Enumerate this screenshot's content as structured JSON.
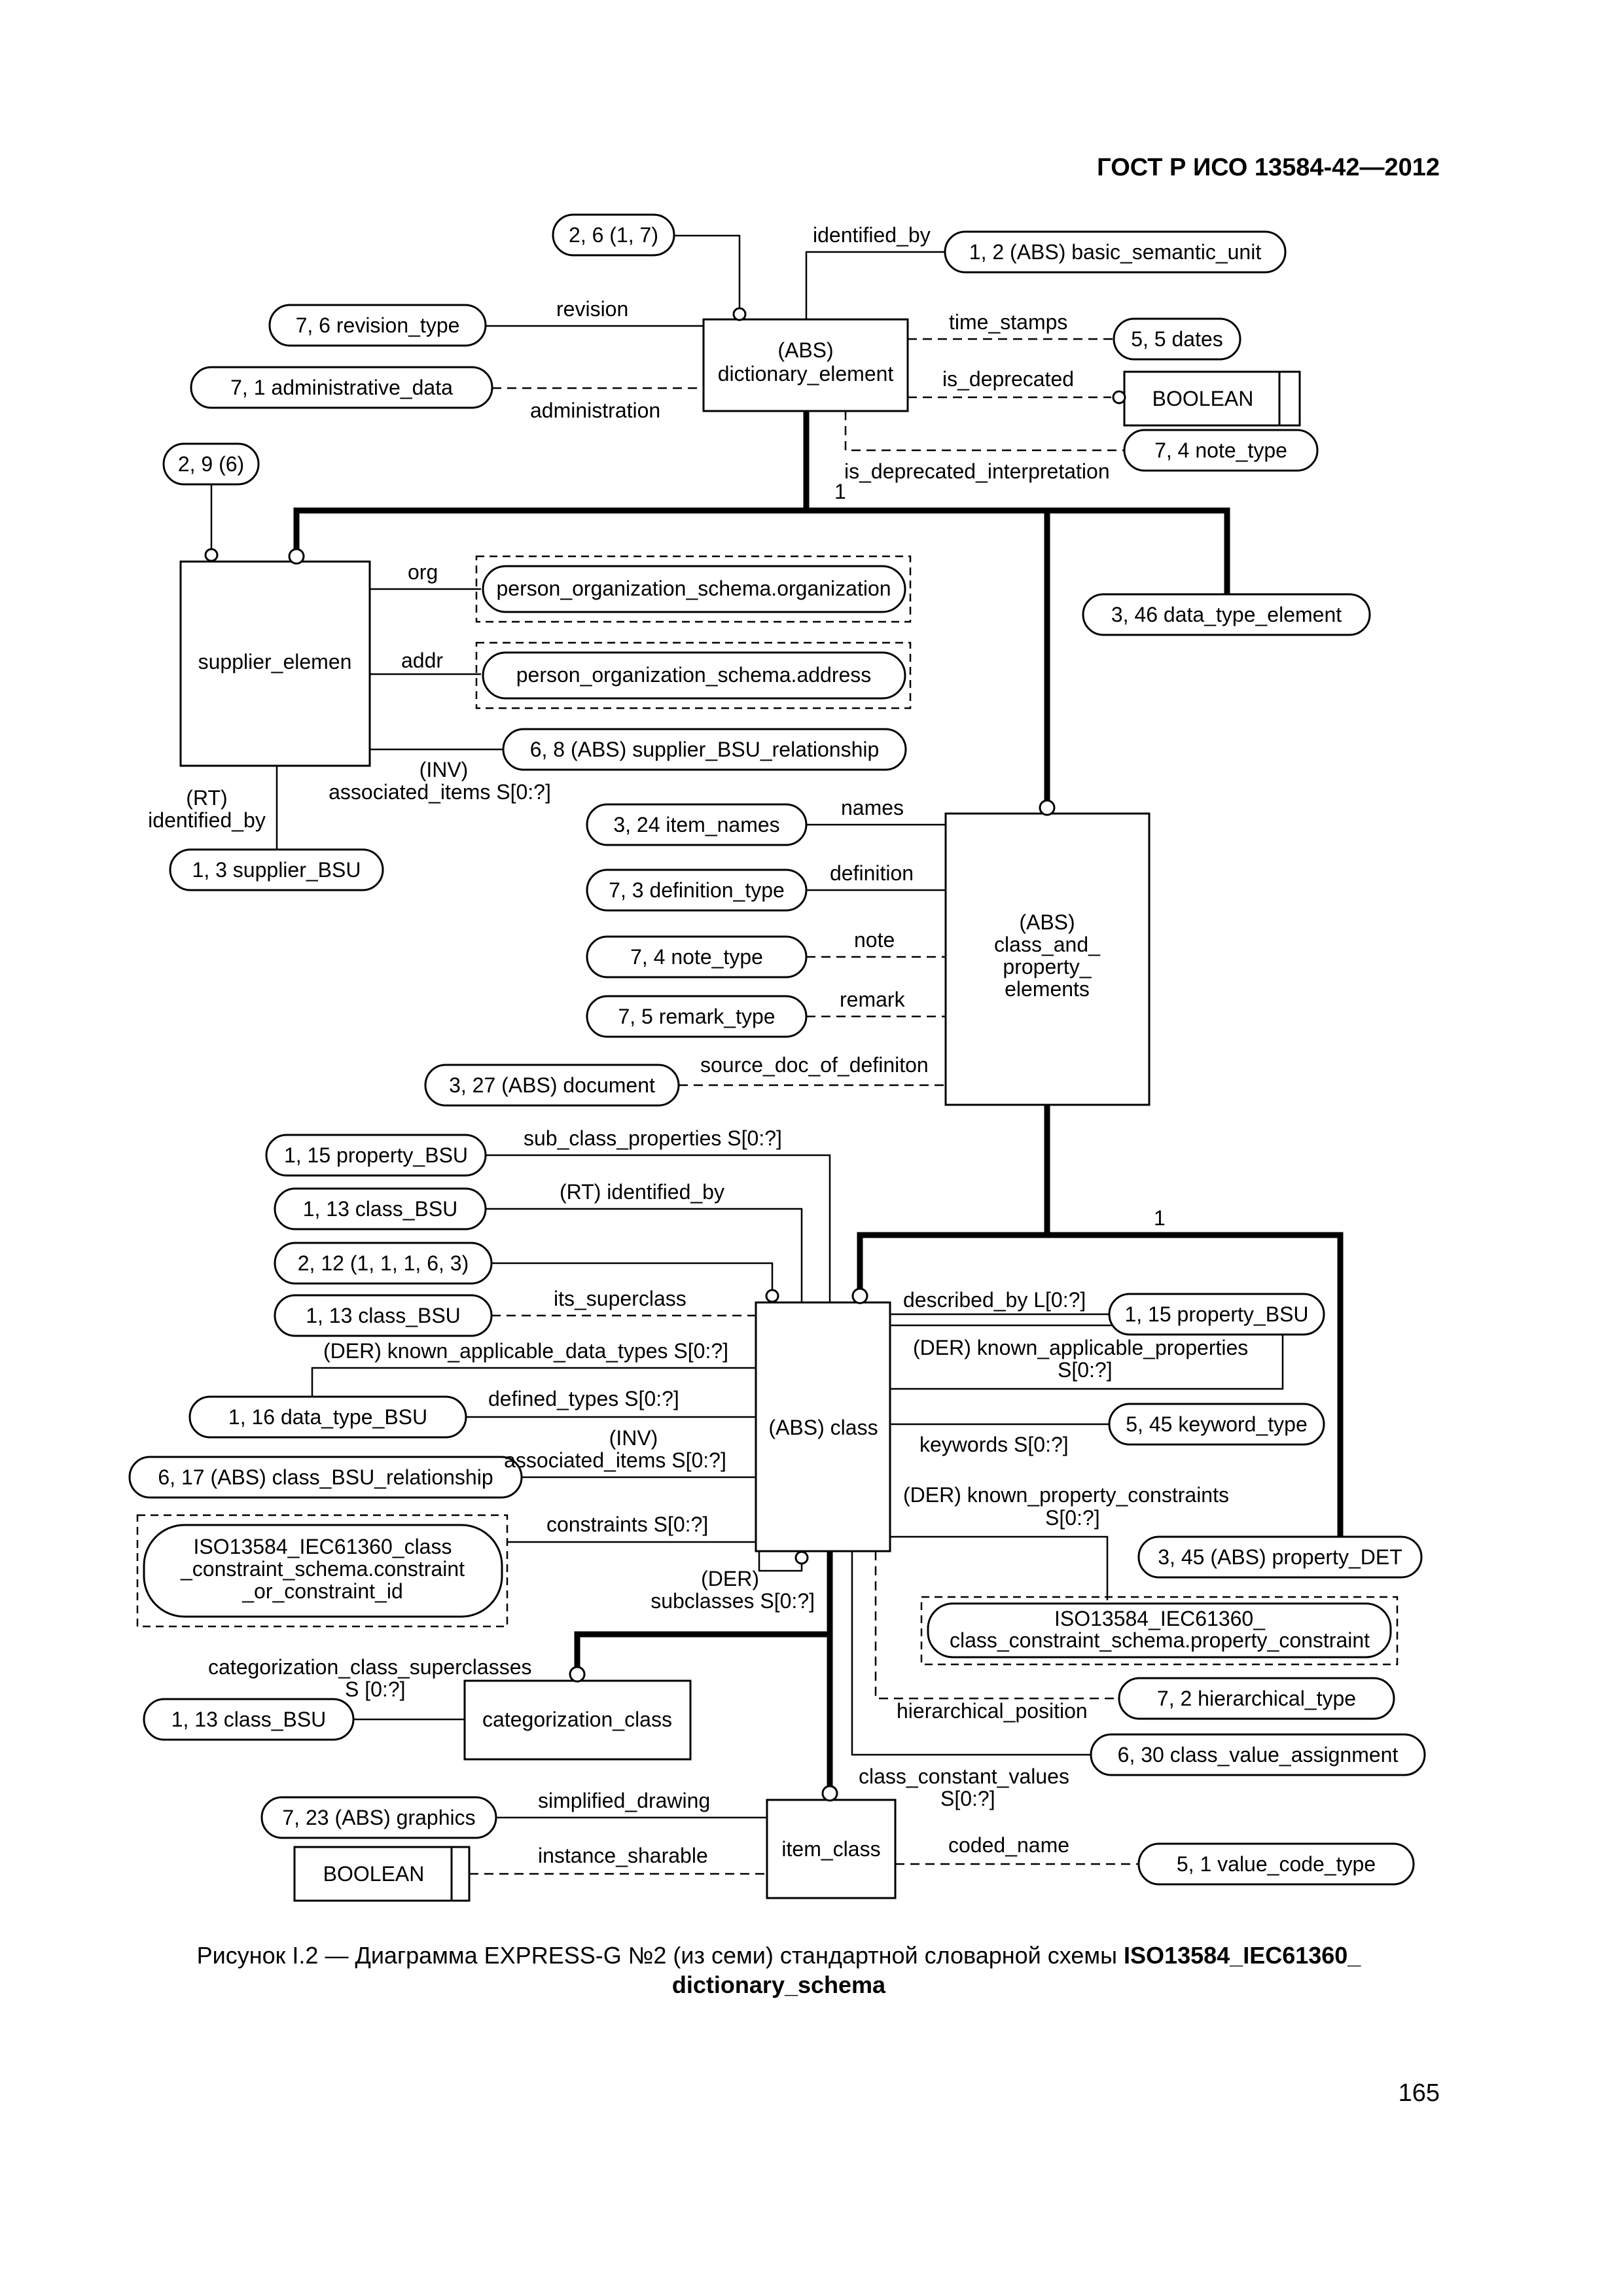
{
  "header": {
    "standard": "ГОСТ Р ИСО 13584-42—2012"
  },
  "entities": {
    "dictionary_element": [
      "(ABS)",
      "dictionary_element"
    ],
    "supplier_element": [
      "supplier_elemen"
    ],
    "class_and_property_elements": [
      "(ABS)",
      "class_and_",
      "property_",
      "elements"
    ],
    "class": [
      "(ABS) class"
    ],
    "categorization_class": [
      "categorization_class"
    ],
    "item_class": [
      "item_class"
    ],
    "boolean": "BOOLEAN"
  },
  "page_refs": {
    "top_2_6": "2, 6 (1, 7)",
    "basic_semantic_unit": "1, 2 (ABS) basic_semantic_unit",
    "revision_type": "7, 6 revision_type",
    "dates": "5, 5 dates",
    "administrative_data": "7, 1 administrative_data",
    "note_type_top": "7, 4 note_type",
    "ref_2_9": "2, 9 (6)",
    "data_type_element": "3, 46 data_type_element",
    "supplier_bsu_relationship": "6, 8 (ABS) supplier_BSU_relationship",
    "supplier_bsu": "1, 3 supplier_BSU",
    "item_names": "3, 24 item_names",
    "definition_type": "7, 3 definition_type",
    "note_type_mid": "7, 4 note_type",
    "remark_type": "7, 5 remark_type",
    "document": "3, 27 (ABS) document",
    "property_bsu_left": "1, 15 property_BSU",
    "class_bsu_1": "1, 13 class_BSU",
    "ref_2_12": "2, 12 (1, 1, 1, 6, 3)",
    "class_bsu_2": "1, 13 class_BSU",
    "property_bsu_right": "1, 15 property_BSU",
    "data_type_bsu": "1, 16 data_type_BSU",
    "keyword_type": "5, 45 keyword_type",
    "class_bsu_relationship": "6, 17 (ABS) class_BSU_relationship",
    "property_det": "3, 45 (ABS) property_DET",
    "hierarchical_type": "7, 2 hierarchical_type",
    "class_bsu_3": "1, 13 class_BSU",
    "class_value_assignment": "6, 30 class_value_assignment",
    "graphics": "7, 23 (ABS) graphics",
    "value_code_type": "5, 1 value_code_type"
  },
  "schema_refs": {
    "organization": "person_organization_schema.organization",
    "address": "person_organization_schema.address",
    "constraint_schema": [
      "ISO13584_IEC61360_class",
      "_constraint_schema.constraint",
      "_or_constraint_id"
    ],
    "property_constraint": [
      "ISO13584_IEC61360_",
      "class_constraint_schema.property_constraint"
    ]
  },
  "attributes": {
    "identified_by": "identified_by",
    "revision": "revision",
    "time_stamps": "time_stamps",
    "is_deprecated": "is_deprecated",
    "administration": "administration",
    "is_deprecated_interpretation": "is_deprecated_interpretation",
    "sup_1_top": "1",
    "org": "org",
    "addr": "addr",
    "inv_assoc_1": [
      "(INV)",
      "associated_items S[0:?]"
    ],
    "rt_identified_by": [
      "(RT)",
      "identified_by"
    ],
    "names": "names",
    "definition": "definition",
    "note": "note",
    "remark": "remark",
    "source_doc": "source_doc_of_definiton",
    "sub_class_properties": "sub_class_properties S[0:?]",
    "rt_identified_by_inline": "(RT) identified_by",
    "sup_1_mid": "1",
    "its_superclass": "its_superclass",
    "described_by": "described_by L[0:?]",
    "der_known_applicable_properties": [
      "(DER) known_applicable_properties",
      "S[0:?]"
    ],
    "der_known_applicable_data_types": "(DER) known_applicable_data_types S[0:?]",
    "defined_types": "defined_types S[0:?]",
    "keywords": "keywords S[0:?]",
    "inv_assoc_2": [
      "(INV)",
      "associated_items S[0:?]"
    ],
    "der_known_property_constraints": [
      "(DER) known_property_constraints",
      "S[0:?]"
    ],
    "constraints": "constraints S[0:?]",
    "der_subclasses": [
      "(DER)",
      "subclasses S[0:?]"
    ],
    "categorization_class_superclasses": [
      "categorization_class_superclasses",
      "S [0:?]"
    ],
    "hierarchical_position": "hierarchical_position",
    "class_constant_values": [
      "class_constant_values",
      "S[0:?]"
    ],
    "simplified_drawing": "simplified_drawing",
    "coded_name": "coded_name",
    "instance_sharable": "instance_sharable"
  },
  "caption": {
    "line1_plain": "Рисунок I.2 — Диаграмма EXPRESS-G №2 (из семи) стандартной словарной схемы ",
    "line1_bold": "ISO13584_IEC61360_",
    "line2_bold": "dictionary_schema"
  },
  "page_number": "165"
}
